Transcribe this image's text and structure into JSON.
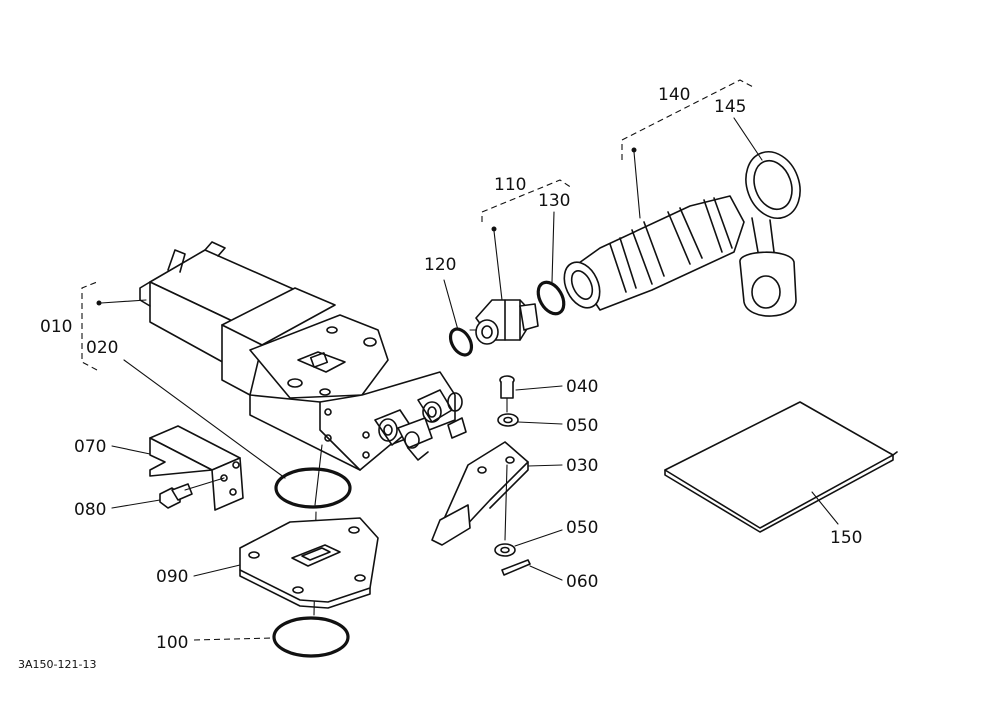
{
  "diagram": {
    "drawing_code": "3A150-121-13",
    "labels": {
      "p010": "010",
      "p020": "020",
      "p030": "030",
      "p040": "040",
      "p050a": "050",
      "p050b": "050",
      "p060": "060",
      "p070": "070",
      "p080": "080",
      "p090": "090",
      "p100": "100",
      "p110": "110",
      "p120": "120",
      "p130": "130",
      "p140": "140",
      "p145": "145",
      "p150": "150"
    }
  }
}
